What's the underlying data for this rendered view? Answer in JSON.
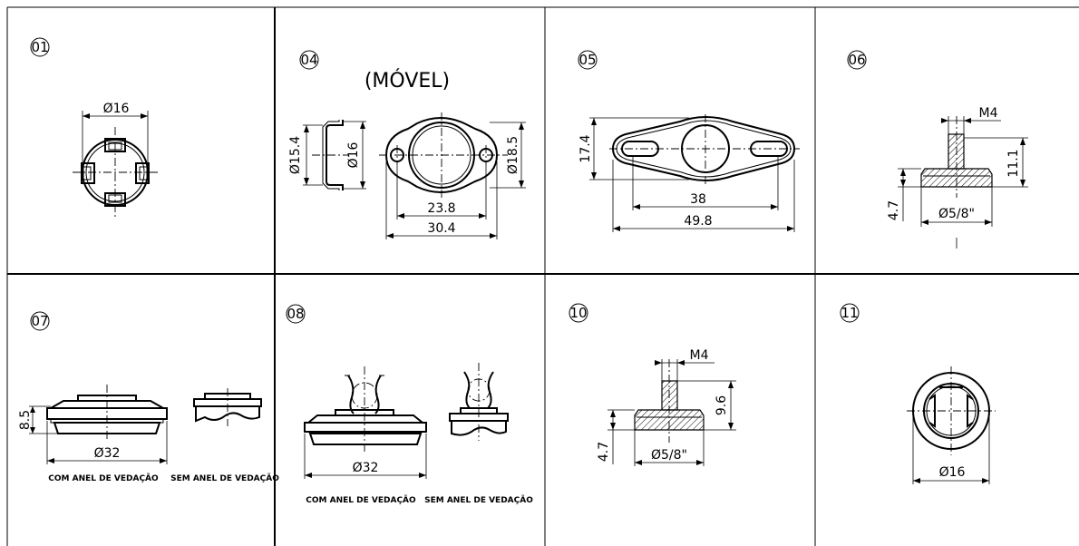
{
  "cells": [
    {
      "id": "01",
      "dims": {
        "d": "Ø16"
      }
    },
    {
      "id": "04",
      "note": "(MÓVEL)",
      "dims": {
        "d1": "Ø15.4",
        "d2": "Ø16",
        "d3": "Ø18.5",
        "w1": "23.8",
        "w2": "30.4"
      }
    },
    {
      "id": "05",
      "dims": {
        "h": "17.4",
        "w1": "38",
        "w2": "49.8"
      }
    },
    {
      "id": "06",
      "dims": {
        "thread": "M4",
        "h1": "11.1",
        "h2": "4.7",
        "d": "Ø5/8\""
      }
    },
    {
      "id": "07",
      "dims": {
        "h": "8.5",
        "d": "Ø32"
      },
      "labels": [
        "COM ANEL DE VEDAÇÃO",
        "SEM ANEL DE VEDAÇÃO"
      ]
    },
    {
      "id": "08",
      "dims": {
        "d": "Ø32"
      },
      "labels": [
        "COM ANEL DE VEDAÇÃO",
        "SEM ANEL DE VEDAÇÃO"
      ]
    },
    {
      "id": "10",
      "dims": {
        "thread": "M4",
        "h1": "9.6",
        "h2": "4.7",
        "d": "Ø5/8\""
      }
    },
    {
      "id": "11",
      "dims": {
        "d": "Ø16"
      }
    }
  ]
}
